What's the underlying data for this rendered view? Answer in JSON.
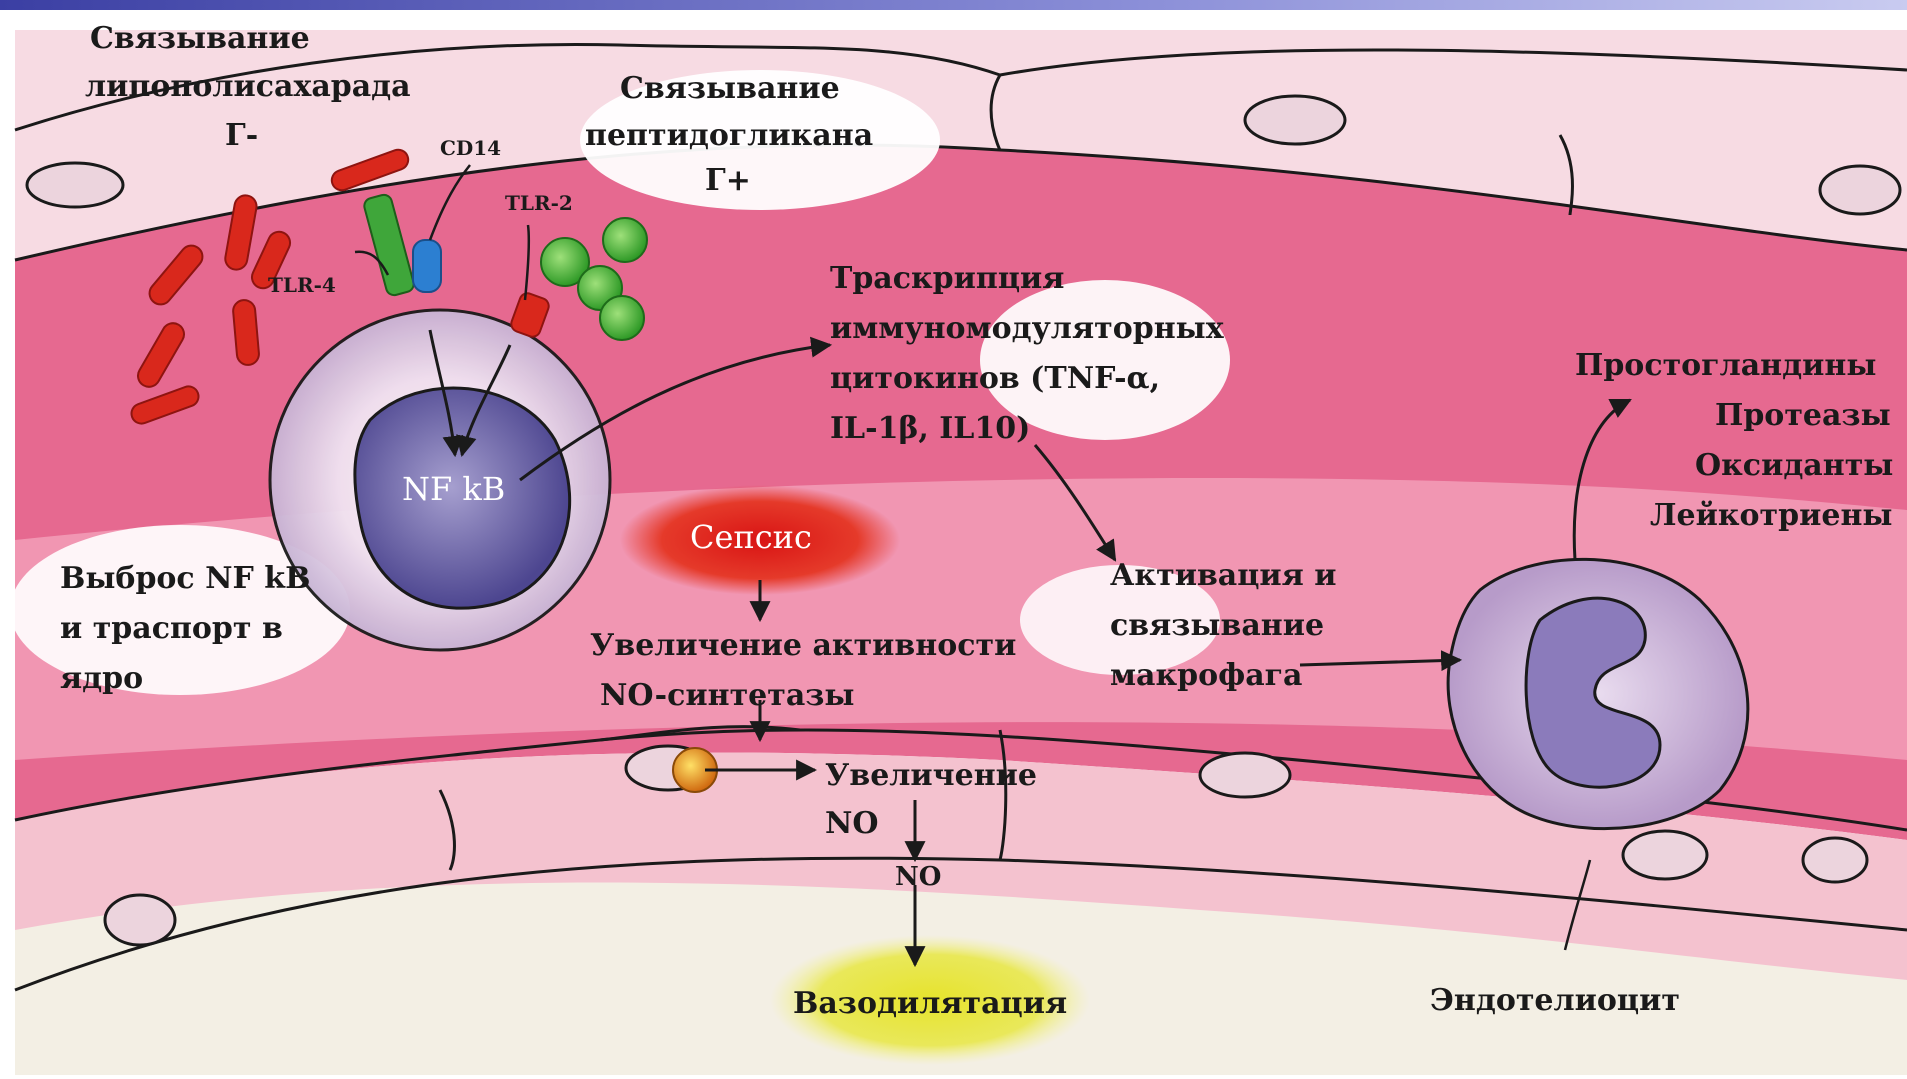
{
  "labels": {
    "lps_line1": "Связывание",
    "lps_line2": "липополисахарада",
    "lps_line3": "Г-",
    "pg_line1": "Связывание",
    "pg_line2": "пептидогликана",
    "pg_line3": "Г+",
    "cd14": "CD14",
    "tlr2": "TLR-2",
    "tlr4": "TLR-4",
    "nfkb": "NF kB",
    "transcription_line1": "Траскрипция",
    "transcription_line2": "иммуномодуляторных",
    "transcription_line3": "цитокинов (TNF-α,",
    "transcription_line4": "IL-1β, IL10)",
    "release_line1": "Выброс NF kB",
    "release_line2": "и траспорт в",
    "release_line3": "ядро",
    "sepsis": "Сепсис",
    "no_synthase_line1": "Увеличение активности",
    "no_synthase_line2": "NO-синтетазы",
    "no_increase_line1": "Увеличение",
    "no_increase_line2": "NO",
    "no": "NO",
    "vasodilation": "Вазодилятация",
    "macrophage_line1": "Активация и",
    "macrophage_line2": "связывание",
    "macrophage_line3": "макрофага",
    "mediators_1": "Простогландины",
    "mediators_2": "Протеазы",
    "mediators_3": "Оксиданты",
    "mediators_4": "Лейкотриены",
    "endothelium": "Эндотелиоцит"
  },
  "colors": {
    "vessel_wall": "#f2b8c6",
    "lumen": "#e34b78",
    "bacteria_gram_neg": "#d9281c",
    "bacteria_gram_pos": "#4cb53a",
    "sepsis": "#e01e1e",
    "vasodilation": "#e3e22a",
    "cell_nucleus": "#6e64a8"
  }
}
